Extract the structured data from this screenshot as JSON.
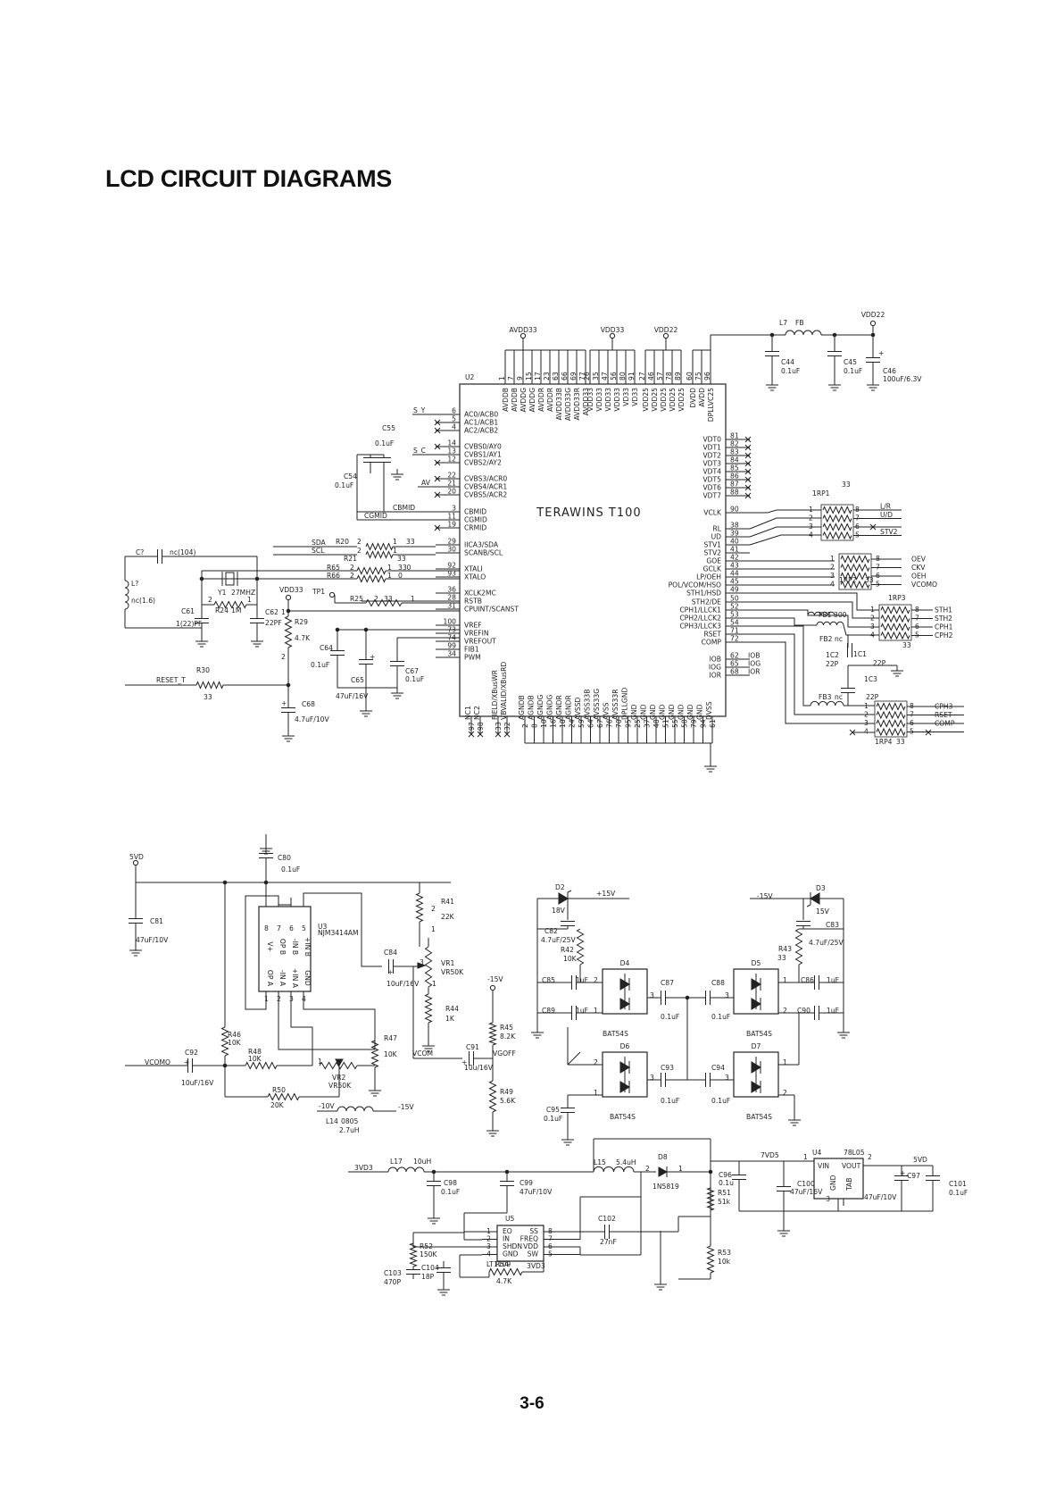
{
  "page": {
    "title": "LCD CIRCUIT DIAGRAMS",
    "number": "3-6"
  },
  "u2": {
    "ref": "U2",
    "name": "TERAWINS T100",
    "left_pins": [
      {
        "pin": "6",
        "label": "AC0/ACB0",
        "net": "S_Y"
      },
      {
        "pin": "5",
        "label": "AC1/ACB1",
        "net": ""
      },
      {
        "pin": "4",
        "label": "AC2/ACB2",
        "net": ""
      },
      {
        "pin": "14",
        "label": "CVBS0/AY0",
        "net": ""
      },
      {
        "pin": "13",
        "label": "CVBS1/AY1",
        "net": "S_C"
      },
      {
        "pin": "12",
        "label": "CVBS2/AY2",
        "net": ""
      },
      {
        "pin": "22",
        "label": "CVBS3/ACR0",
        "net": ""
      },
      {
        "pin": "21",
        "label": "CVBS4/ACR1",
        "net": "AV"
      },
      {
        "pin": "20",
        "label": "CVBS5/ACR2",
        "net": ""
      },
      {
        "pin": "3",
        "label": "CBMID",
        "net": "CBMID"
      },
      {
        "pin": "11",
        "label": "CGMID",
        "net": "CGMID"
      },
      {
        "pin": "19",
        "label": "CRMID",
        "net": ""
      },
      {
        "pin": "29",
        "label": "IICA3/SDA",
        "net": "SDA"
      },
      {
        "pin": "30",
        "label": "SCANB/SCL",
        "net": "SCL"
      },
      {
        "pin": "92",
        "label": "XTALI",
        "net": ""
      },
      {
        "pin": "93",
        "label": "XTALO",
        "net": ""
      },
      {
        "pin": "36",
        "label": "XCLK2MC",
        "net": ""
      },
      {
        "pin": "28",
        "label": "RSTB",
        "net": ""
      },
      {
        "pin": "31",
        "label": "CPUINT/SCANST",
        "net": ""
      },
      {
        "pin": "100",
        "label": "VREF",
        "net": ""
      },
      {
        "pin": "73",
        "label": "VREFIN",
        "net": ""
      },
      {
        "pin": "74",
        "label": "VREFOUT",
        "net": ""
      },
      {
        "pin": "99",
        "label": "FIB1",
        "net": ""
      },
      {
        "pin": "34",
        "label": "PWM",
        "net": ""
      }
    ],
    "right_pins": [
      {
        "pin": "81",
        "label": "VDT0"
      },
      {
        "pin": "82",
        "label": "VDT1"
      },
      {
        "pin": "83",
        "label": "VDT2"
      },
      {
        "pin": "84",
        "label": "VDT3"
      },
      {
        "pin": "85",
        "label": "VDT4"
      },
      {
        "pin": "86",
        "label": "VDT5"
      },
      {
        "pin": "87",
        "label": "VDT6"
      },
      {
        "pin": "88",
        "label": "VDT7"
      },
      {
        "pin": "90",
        "label": "VCLK"
      },
      {
        "pin": "38",
        "label": "RL"
      },
      {
        "pin": "39",
        "label": "UD"
      },
      {
        "pin": "40",
        "label": "STV1"
      },
      {
        "pin": "41",
        "label": "STV2"
      },
      {
        "pin": "42",
        "label": "GOE"
      },
      {
        "pin": "43",
        "label": "GCLK"
      },
      {
        "pin": "44",
        "label": "LP/OEH"
      },
      {
        "pin": "45",
        "label": "POL/VCOM/HSO"
      },
      {
        "pin": "49",
        "label": "STH1/HSD"
      },
      {
        "pin": "50",
        "label": "STH2/DE"
      },
      {
        "pin": "52",
        "label": "CPH1/LLCK1"
      },
      {
        "pin": "53",
        "label": "CPH2/LLCK2"
      },
      {
        "pin": "54",
        "label": "CPH3/LLCK3"
      },
      {
        "pin": "71",
        "label": "RSET"
      },
      {
        "pin": "72",
        "label": "COMP"
      },
      {
        "pin": "62",
        "label": "IOB",
        "net": "IOB"
      },
      {
        "pin": "65",
        "label": "IOG",
        "net": "IOG"
      },
      {
        "pin": "68",
        "label": "IOR",
        "net": "IOR"
      }
    ],
    "top_groups": [
      {
        "rail": "AVDD33",
        "pins": [
          "1",
          "7",
          "9",
          "15",
          "17",
          "23",
          "63",
          "66",
          "69",
          "77"
        ],
        "labels": [
          "AVDDB",
          "AVDDB",
          "AVDDG",
          "AVDDG",
          "AVDDR",
          "AVDDR",
          "AVDD33B",
          "AVDD33G",
          "AVDD33R",
          "AVDD33"
        ]
      },
      {
        "rail": "VDD33",
        "pins": [
          "26",
          "35",
          "47",
          "56",
          "80",
          "91"
        ],
        "labels": [
          "VDD33",
          "VDD33",
          "VDD33",
          "VDD33",
          "VD33",
          "VD33"
        ]
      },
      {
        "rail": "VDD22",
        "pins": [
          "27",
          "46",
          "57",
          "78",
          "89",
          "60",
          "75",
          "96"
        ],
        "labels": [
          "VDD25",
          "VDD25",
          "VDD25",
          "VDD25",
          "VDD25",
          "DVDD",
          "AVDD",
          "DPLLVC25"
        ]
      }
    ],
    "bottom_left": {
      "pins": [
        "97",
        "98",
        "33",
        "32"
      ],
      "labels": [
        "NC1",
        "NC2",
        "FIELD/XBusWR",
        "VBVALID/XBusRD"
      ]
    },
    "bottom_main": {
      "pins": [
        "2",
        "8",
        "10",
        "16",
        "18",
        "24",
        "59",
        "64",
        "67",
        "76",
        "70",
        "95",
        "25",
        "37",
        "48",
        "51",
        "55",
        "58",
        "79",
        "94",
        "61"
      ],
      "labels": [
        "AGNDB",
        "AGNDB",
        "AGNDG",
        "AGNDG",
        "AGNDR",
        "AGNDR",
        "AVSSD",
        "AVSS33B",
        "AVSS33G",
        "AVSS",
        "AVSS33R",
        "DPLLGND",
        "GND",
        "GND",
        "GND",
        "GND",
        "GND",
        "GND",
        "GND",
        "GND",
        "DVSS"
      ]
    }
  },
  "top_components": {
    "l7": {
      "ref": "L7",
      "value": "FB"
    },
    "vdd22": "VDD22",
    "c44": {
      "ref": "C44",
      "value": "0.1uF"
    },
    "c45": {
      "ref": "C45",
      "value": "0.1uF"
    },
    "c46": {
      "ref": "C46",
      "value": "100uF/6.3V"
    },
    "c55": {
      "ref": "C55",
      "value": "0.1uF"
    },
    "c54": {
      "ref": "C54",
      "value": "0.1uF"
    },
    "r20": {
      "ref": "R20",
      "a": "2",
      "b": "1",
      "value": "33"
    },
    "r21": {
      "ref": "R21",
      "value": "33"
    },
    "r65": {
      "ref": "R65",
      "a": "2",
      "b": "1",
      "value": "330"
    },
    "r66": {
      "ref": "R66",
      "a": "2",
      "b": "1",
      "value": "0"
    },
    "r25": {
      "ref": "R25",
      "a": "2",
      "value": "33",
      "b": "1"
    },
    "tp1": "TP1",
    "vdd33": "VDD33",
    "cq": {
      "ref": "C?",
      "value": "nc(104)"
    },
    "lq": {
      "ref": "L?",
      "value": "nc(1.6)"
    },
    "y1": {
      "ref": "Y1",
      "value": "27MHZ"
    },
    "r24": {
      "ref": "R24",
      "value": "1M"
    },
    "c61": {
      "ref": "C61",
      "value": "1(22)PF"
    },
    "c62": {
      "ref": "C62",
      "value": "22PF"
    },
    "r29": {
      "ref": "R29",
      "value": "4.7K"
    },
    "c64": {
      "ref": "C64",
      "value": "0.1uF"
    },
    "c65": {
      "ref": "C65",
      "value": "47uF/16V"
    },
    "c67": {
      "ref": "C67",
      "value": "0.1uF"
    },
    "r30": {
      "ref": "R30",
      "value": "33"
    },
    "reset_net": "RESET_T",
    "c68": {
      "ref": "C68",
      "value": "4.7uF/10V"
    },
    "rp1": {
      "ref": "1RP1",
      "value": "33",
      "outs": [
        "L/R",
        "U/D",
        "",
        "STV2"
      ]
    },
    "rp2": {
      "ref": "1RP2",
      "value": "33",
      "outs": [
        "OEV",
        "CKV",
        "OEH",
        "VCOMO"
      ]
    },
    "rp3": {
      "ref": "1RP3",
      "value": "33",
      "outs": [
        "STH1",
        "STH2",
        "CPH1",
        "CPH2"
      ]
    },
    "rp4": {
      "ref": "1RP4",
      "value": "33",
      "outs": [
        "CPH3",
        "RSET",
        "COMP",
        ""
      ]
    },
    "fb1": {
      "ref": "FB1",
      "value": "300"
    },
    "fb2": {
      "ref": "FB2",
      "value": "nc"
    },
    "fb3": {
      "ref": "FB3",
      "value": "nc"
    },
    "c1c2": {
      "ref": "1C2",
      "value": "22P"
    },
    "c1c1": {
      "ref": "1C1",
      "value": "22P"
    },
    "c1c3": {
      "ref": "1C3",
      "value": "22P"
    }
  },
  "bottom_components": {
    "v5": "5VD",
    "c80": {
      "ref": "C80",
      "value": "0.1uF"
    },
    "c81": {
      "ref": "C81",
      "value": "47uF/10V"
    },
    "u3": {
      "ref": "U3",
      "part": "NJM3414AM"
    },
    "r41": {
      "ref": "R41",
      "value": "22K"
    },
    "c84": {
      "ref": "C84",
      "value": "10uF/16V"
    },
    "vr1": {
      "ref": "VR1",
      "value": "VR50K"
    },
    "r44": {
      "ref": "R44",
      "value": "1K"
    },
    "neg15": "-15V",
    "r45": {
      "ref": "R45",
      "value": "8.2K"
    },
    "r49": {
      "ref": "R49",
      "value": "5.6K"
    },
    "c91": {
      "ref": "C91",
      "value": "10u/16V"
    },
    "vcom": "VCOM",
    "vgoff": "VGOFF",
    "r46": {
      "ref": "R46",
      "value": "10K"
    },
    "r47": {
      "ref": "R47",
      "value": "10K"
    },
    "r48": {
      "ref": "R48",
      "value": "10K"
    },
    "vr2": {
      "ref": "VR2",
      "value": "VR50K"
    },
    "c92": {
      "ref": "C92",
      "value": "10uF/16V"
    },
    "vcomo": "VCOMO",
    "r50": {
      "ref": "R50",
      "value": "20K"
    },
    "neg10": "-10V",
    "l14": {
      "ref": "L14",
      "pkg": "0805",
      "value": "2.7uH"
    },
    "d2": {
      "ref": "D2",
      "value": "18V"
    },
    "pos15": "+15V",
    "c82": {
      "ref": "C82",
      "value": "4.7uF/25V"
    },
    "r42": {
      "ref": "R42",
      "value": "10K"
    },
    "d3": {
      "ref": "D3",
      "value": "15V"
    },
    "c83": {
      "ref": "C83",
      "value": "4.7uF/25V"
    },
    "r43": {
      "ref": "R43",
      "value": "33"
    },
    "d4": "D4",
    "d5": "D5",
    "d6": "D6",
    "d7": "D7",
    "bat": "BAT54S",
    "c85": {
      "ref": "C85",
      "value": "1uF"
    },
    "c89": {
      "ref": "C89",
      "value": "1uF"
    },
    "c87": {
      "ref": "C87",
      "value": "0.1uF"
    },
    "c88": {
      "ref": "C88",
      "value": "0.1uF"
    },
    "c86": {
      "ref": "C86",
      "value": "1uF"
    },
    "c90": {
      "ref": "C90",
      "value": "1uF"
    },
    "c93": {
      "ref": "C93",
      "value": "0.1uF"
    },
    "c94": {
      "ref": "C94",
      "value": "0.1uF"
    },
    "c95": {
      "ref": "C95",
      "value": "0.1uF"
    },
    "vd3": "3VD3",
    "l17": {
      "ref": "L17",
      "value": "10uH"
    },
    "c98": {
      "ref": "C98",
      "value": "0.1uF"
    },
    "c99": {
      "ref": "C99",
      "value": "47uF/10V"
    },
    "l15": {
      "ref": "L15",
      "value": "5.4uH"
    },
    "d8": {
      "ref": "D8",
      "part": "1N5819"
    },
    "c96": {
      "ref": "C96",
      "value": "0.1u"
    },
    "r51": {
      "ref": "R51",
      "value": "51k"
    },
    "r53": {
      "ref": "R53",
      "value": "10k"
    },
    "vd5_7": "7VD5",
    "u4": {
      "ref": "U4",
      "part": "78L05",
      "pins": [
        "VIN",
        "VOUT",
        "GND",
        "TAB"
      ]
    },
    "c100": {
      "ref": "C100",
      "value": "47uF/16V"
    },
    "c97": {
      "ref": "C97",
      "value": "47uF/10V"
    },
    "c101": {
      "ref": "C101",
      "value": "0.1uF"
    },
    "u5": {
      "ref": "U5",
      "part": "LT1109",
      "pins_left": [
        "EO",
        "IN",
        "SHDN",
        "GND"
      ],
      "pins_right": [
        "SS",
        "FREQ",
        "VDD",
        "SW"
      ]
    },
    "c102": {
      "ref": "C102",
      "value": "27nF"
    },
    "r52": {
      "ref": "R52",
      "value": "150K"
    },
    "c103": {
      "ref": "C103",
      "value": "470P"
    },
    "c104": {
      "ref": "C104",
      "value": "18P"
    },
    "r54": {
      "ref": "R54",
      "value": "4.7K"
    }
  }
}
